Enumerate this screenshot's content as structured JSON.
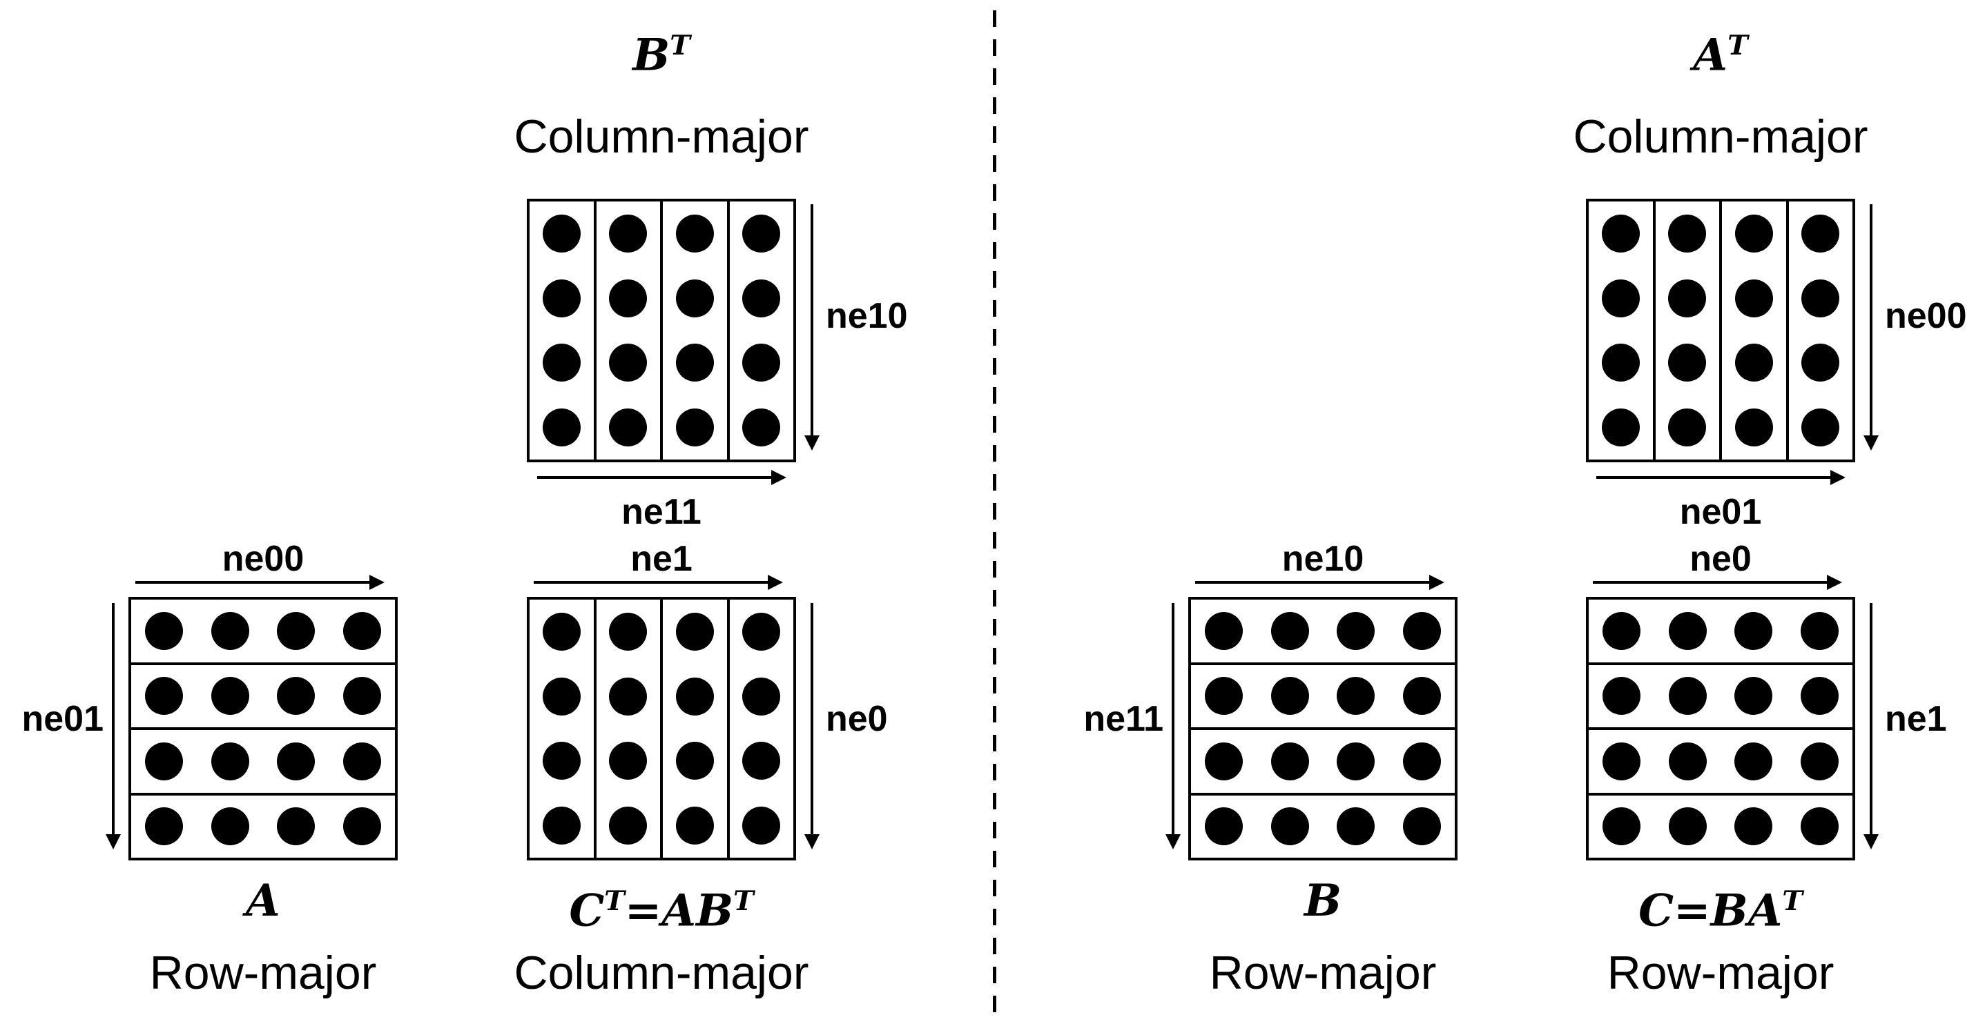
{
  "colors": {
    "ink": "#000000",
    "background": "#ffffff"
  },
  "left_panel": {
    "bt": {
      "name_parts": [
        {
          "text": "B"
        },
        {
          "sup": "T"
        }
      ],
      "layout": "Column-major",
      "rows": 4,
      "cols": 4,
      "right_arrow_label": "ne10",
      "bottom_arrow_label": "ne11"
    },
    "a": {
      "name_parts": [
        {
          "text": "A"
        }
      ],
      "layout": "Row-major",
      "rows": 4,
      "cols": 4,
      "top_arrow_label": "ne00",
      "left_arrow_label": "ne01"
    },
    "ct": {
      "name_parts": [
        {
          "text": "C"
        },
        {
          "sup": "T"
        },
        {
          "text": "=AB"
        },
        {
          "sup": "T"
        }
      ],
      "layout": "Column-major",
      "rows": 4,
      "cols": 4,
      "top_arrow_label": "ne1",
      "right_arrow_label": "ne0"
    }
  },
  "right_panel": {
    "at": {
      "name_parts": [
        {
          "text": "A"
        },
        {
          "sup": "T"
        }
      ],
      "layout": "Column-major",
      "rows": 4,
      "cols": 4,
      "right_arrow_label": "ne00",
      "bottom_arrow_label": "ne01"
    },
    "b": {
      "name_parts": [
        {
          "text": "B"
        }
      ],
      "layout": "Row-major",
      "rows": 4,
      "cols": 4,
      "top_arrow_label": "ne10",
      "left_arrow_label": "ne11"
    },
    "c": {
      "name_parts": [
        {
          "text": "C=BA"
        },
        {
          "sup": "T"
        }
      ],
      "layout": "Row-major",
      "rows": 4,
      "cols": 4,
      "top_arrow_label": "ne0",
      "right_arrow_label": "ne1"
    }
  }
}
